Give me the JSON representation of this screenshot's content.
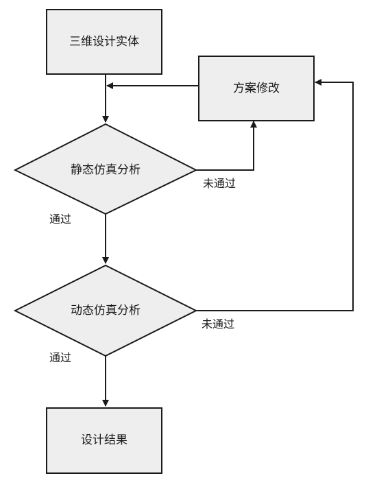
{
  "nodes": {
    "entity": {
      "label": "三维设计实体"
    },
    "modify": {
      "label": "方案修改"
    },
    "static_analysis": {
      "label": "静态仿真分析"
    },
    "dynamic_analysis": {
      "label": "动态仿真分析"
    },
    "result": {
      "label": "设计结果"
    }
  },
  "edges": {
    "static_fail": {
      "label": "未通过"
    },
    "static_pass": {
      "label": "通过"
    },
    "dynamic_fail": {
      "label": "未通过"
    },
    "dynamic_pass": {
      "label": "通过"
    }
  },
  "colors": {
    "node_fill": "#eeeeee",
    "stroke": "#1a1a1a",
    "background": "#ffffff"
  }
}
